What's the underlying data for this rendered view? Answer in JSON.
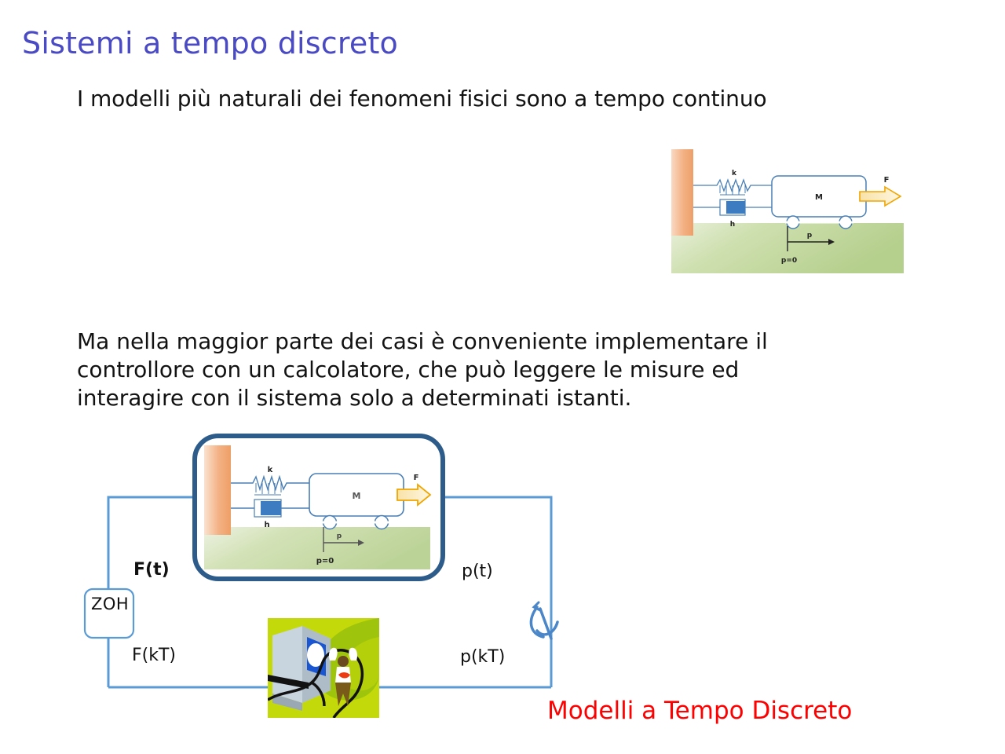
{
  "slide": {
    "title": "Sistemi a tempo discreto",
    "intro_line": "I modelli più naturali dei fenomeni fisici sono a tempo continuo",
    "paragraph_lines": [
      "Ma nella maggior parte dei casi è conveniente implementare il",
      "controllore con un calcolatore, che può leggere le misure ed",
      "interagire con il sistema solo a determinati istanti."
    ],
    "red_caption": "Modelli a Tempo Discreto"
  },
  "colors": {
    "title": "#4a4ac4",
    "body_text": "#121212",
    "red_caption": "#fe0000",
    "loop_wire": "#5b9bd5",
    "plant_border": "#2e5c8a",
    "wall": "#f0a878",
    "ground": "#b7cf8f",
    "force_arrow": "#f5b731",
    "damper_fill": "#3d7cc0",
    "clipart_bg": "#c3d90a"
  },
  "plant_figure": {
    "spring_label": "k",
    "damper_label": "h",
    "mass_label": "M",
    "force_label": "F",
    "position_label": "p",
    "origin_label": "p=0"
  },
  "loop_diagram": {
    "zoh_label": "ZOH",
    "continuous_input_label": "F(t)",
    "sampled_input_label": "F(kT)",
    "continuous_output_label": "p(t)",
    "sampled_output_label": "p(kT)",
    "sampler_name": "sampler-switch",
    "controller_name": "computer-operator-clipart"
  }
}
